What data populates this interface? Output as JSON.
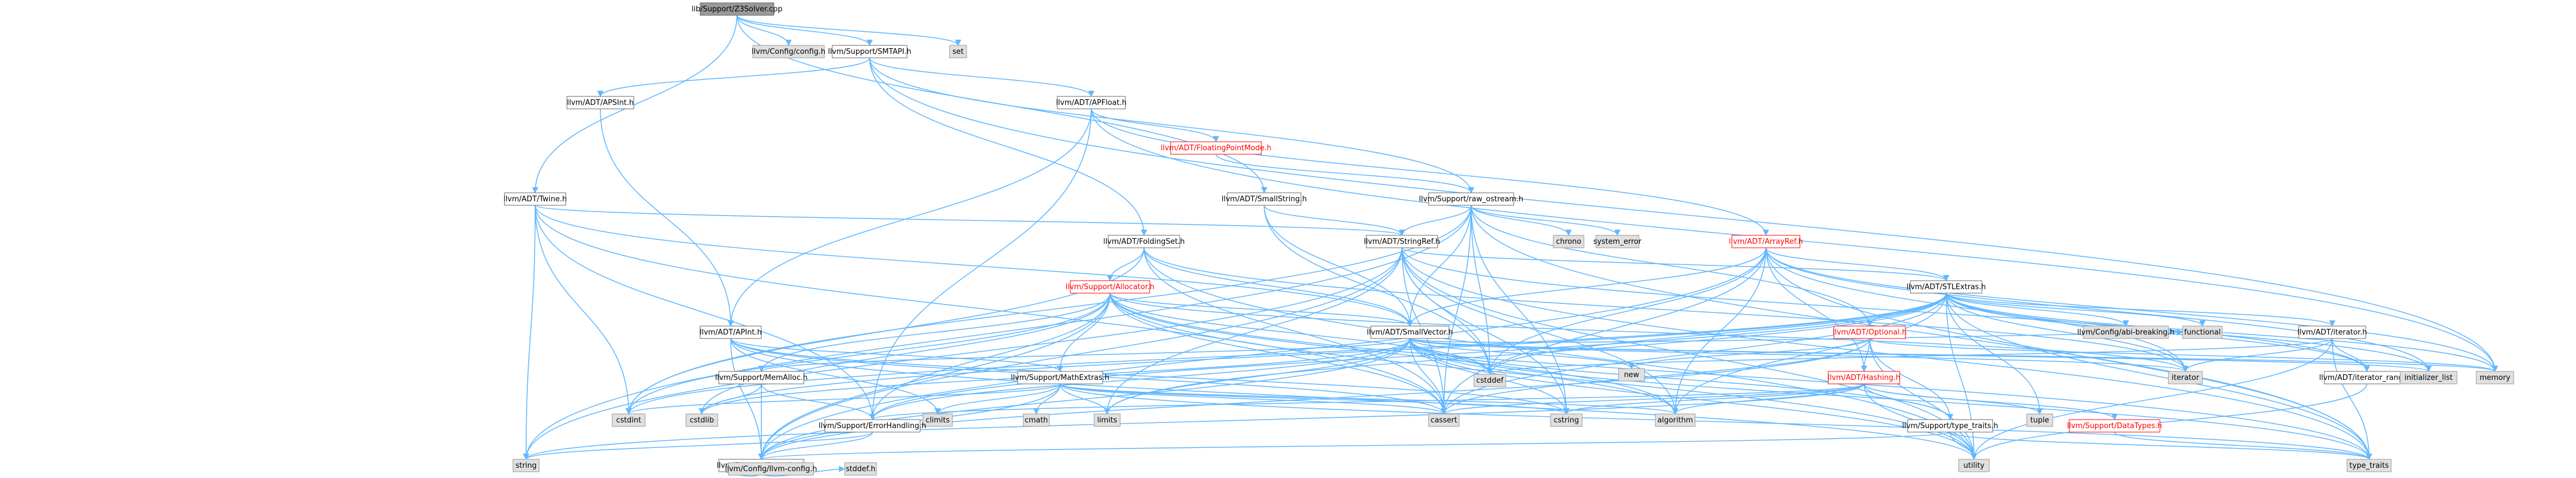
{
  "colors": {
    "edge": "#63b8ff",
    "root_fill": "#999999",
    "node_border": "#666666",
    "system_fill": "#e0e0e0",
    "truncated_border": "#ff0000"
  },
  "nodes": [
    {
      "id": "root",
      "label": "lib/Support/Z3Solver.cpp",
      "kind": "root"
    },
    {
      "id": "llvm_config_h",
      "label": "llvm/Config/config.h",
      "kind": "sys"
    },
    {
      "id": "smtapi",
      "label": "llvm/Support/SMTAPI.h",
      "kind": "file"
    },
    {
      "id": "set",
      "label": "set",
      "kind": "sys"
    },
    {
      "id": "apsint",
      "label": "llvm/ADT/APSInt.h",
      "kind": "file"
    },
    {
      "id": "apfloat",
      "label": "llvm/ADT/APFloat.h",
      "kind": "file"
    },
    {
      "id": "floatmode",
      "label": "llvm/ADT/FloatingPointMode.h",
      "kind": "trunc"
    },
    {
      "id": "twine",
      "label": "llvm/ADT/Twine.h",
      "kind": "file"
    },
    {
      "id": "smallstring",
      "label": "llvm/ADT/SmallString.h",
      "kind": "file"
    },
    {
      "id": "raw_ostream",
      "label": "llvm/Support/raw_ostream.h",
      "kind": "file"
    },
    {
      "id": "chrono",
      "label": "chrono",
      "kind": "sys"
    },
    {
      "id": "system_error",
      "label": "system_error",
      "kind": "sys"
    },
    {
      "id": "arrayref",
      "label": "llvm/ADT/ArrayRef.h",
      "kind": "trunc"
    },
    {
      "id": "foldingset",
      "label": "llvm/ADT/FoldingSet.h",
      "kind": "file"
    },
    {
      "id": "stringref",
      "label": "llvm/ADT/StringRef.h",
      "kind": "file"
    },
    {
      "id": "allocator",
      "label": "llvm/Support/Allocator.h",
      "kind": "trunc"
    },
    {
      "id": "stlextras",
      "label": "llvm/ADT/STLExtras.h",
      "kind": "file"
    },
    {
      "id": "apint",
      "label": "llvm/ADT/APInt.h",
      "kind": "file"
    },
    {
      "id": "smallvector",
      "label": "llvm/ADT/SmallVector.h",
      "kind": "file"
    },
    {
      "id": "optional",
      "label": "llvm/ADT/Optional.h",
      "kind": "trunc"
    },
    {
      "id": "abi_breaking",
      "label": "llvm/Config/abi-breaking.h",
      "kind": "sys"
    },
    {
      "id": "functional",
      "label": "functional",
      "kind": "sys"
    },
    {
      "id": "adt_iterator",
      "label": "llvm/ADT/iterator.h",
      "kind": "file"
    },
    {
      "id": "memalloc",
      "label": "llvm/Support/MemAlloc.h",
      "kind": "file"
    },
    {
      "id": "mathextras",
      "label": "llvm/Support/MathExtras.h",
      "kind": "file"
    },
    {
      "id": "new",
      "label": "new",
      "kind": "sys"
    },
    {
      "id": "cstddef",
      "label": "cstddef",
      "kind": "sys"
    },
    {
      "id": "hashing",
      "label": "llvm/ADT/Hashing.h",
      "kind": "trunc"
    },
    {
      "id": "iterator",
      "label": "iterator",
      "kind": "sys"
    },
    {
      "id": "iterator_range",
      "label": "llvm/ADT/iterator_range.h",
      "kind": "file"
    },
    {
      "id": "initializer_list",
      "label": "initializer_list",
      "kind": "sys"
    },
    {
      "id": "memory",
      "label": "memory",
      "kind": "sys"
    },
    {
      "id": "cstdint",
      "label": "cstdint",
      "kind": "sys"
    },
    {
      "id": "cstdlib",
      "label": "cstdlib",
      "kind": "sys"
    },
    {
      "id": "climits",
      "label": "climits",
      "kind": "sys"
    },
    {
      "id": "cmath",
      "label": "cmath",
      "kind": "sys"
    },
    {
      "id": "limits",
      "label": "limits",
      "kind": "sys"
    },
    {
      "id": "cassert",
      "label": "cassert",
      "kind": "sys"
    },
    {
      "id": "errorhandling",
      "label": "llvm/Support/ErrorHandling.h",
      "kind": "file"
    },
    {
      "id": "algorithm",
      "label": "algorithm",
      "kind": "sys"
    },
    {
      "id": "cstring",
      "label": "cstring",
      "kind": "sys"
    },
    {
      "id": "tuple",
      "label": "tuple",
      "kind": "sys"
    },
    {
      "id": "type_traits_h",
      "label": "llvm/Support/type_traits.h",
      "kind": "file"
    },
    {
      "id": "datatypes",
      "label": "llvm/Support/DataTypes.h",
      "kind": "trunc"
    },
    {
      "id": "string",
      "label": "string",
      "kind": "sys"
    },
    {
      "id": "compiler",
      "label": "llvm/Support/Compiler.h",
      "kind": "file"
    },
    {
      "id": "utility",
      "label": "utility",
      "kind": "sys"
    },
    {
      "id": "type_traits",
      "label": "type_traits",
      "kind": "sys"
    },
    {
      "id": "llvm_config",
      "label": "llvm/Config/llvm-config.h",
      "kind": "sys"
    },
    {
      "id": "stddef",
      "label": "stddef.h",
      "kind": "sys"
    }
  ],
  "edges": [
    [
      "root",
      "llvm_config_h"
    ],
    [
      "root",
      "smtapi"
    ],
    [
      "root",
      "set"
    ],
    [
      "root",
      "twine"
    ],
    [
      "root",
      "smallstring"
    ],
    [
      "smtapi",
      "apsint"
    ],
    [
      "smtapi",
      "apfloat"
    ],
    [
      "smtapi",
      "foldingset"
    ],
    [
      "smtapi",
      "raw_ostream"
    ],
    [
      "smtapi",
      "memory"
    ],
    [
      "apsint",
      "apint"
    ],
    [
      "apfloat",
      "apint"
    ],
    [
      "apfloat",
      "arrayref"
    ],
    [
      "apfloat",
      "floatmode"
    ],
    [
      "apfloat",
      "errorhandling"
    ],
    [
      "apfloat",
      "memory"
    ],
    [
      "floatmode",
      "raw_ostream"
    ],
    [
      "twine",
      "smallvector"
    ],
    [
      "twine",
      "stringref"
    ],
    [
      "twine",
      "errorhandling"
    ],
    [
      "twine",
      "cassert"
    ],
    [
      "twine",
      "cstdint"
    ],
    [
      "twine",
      "string"
    ],
    [
      "smallstring",
      "stringref"
    ],
    [
      "smallstring",
      "smallvector"
    ],
    [
      "smallstring",
      "cstddef"
    ],
    [
      "raw_ostream",
      "stringref"
    ],
    [
      "raw_ostream",
      "smallvector"
    ],
    [
      "raw_ostream",
      "chrono"
    ],
    [
      "raw_ostream",
      "system_error"
    ],
    [
      "raw_ostream",
      "cassert"
    ],
    [
      "raw_ostream",
      "cstddef"
    ],
    [
      "raw_ostream",
      "cstdint"
    ],
    [
      "raw_ostream",
      "cstring"
    ],
    [
      "raw_ostream",
      "string"
    ],
    [
      "raw_ostream",
      "type_traits"
    ],
    [
      "raw_ostream",
      "optional"
    ],
    [
      "arrayref",
      "hashing"
    ],
    [
      "arrayref",
      "smallvector"
    ],
    [
      "arrayref",
      "stlextras"
    ],
    [
      "arrayref",
      "compiler"
    ],
    [
      "arrayref",
      "algorithm"
    ],
    [
      "arrayref",
      "array"
    ],
    [
      "arrayref",
      "cassert"
    ],
    [
      "arrayref",
      "cstddef"
    ],
    [
      "arrayref",
      "initializer_list"
    ],
    [
      "arrayref",
      "iterator"
    ],
    [
      "arrayref",
      "memory"
    ],
    [
      "arrayref",
      "type_traits"
    ],
    [
      "arrayref",
      "vector"
    ],
    [
      "foldingset",
      "smallvector"
    ],
    [
      "foldingset",
      "iterator"
    ],
    [
      "foldingset",
      "allocator"
    ],
    [
      "foldingset",
      "cassert"
    ],
    [
      "foldingset",
      "cstdint"
    ],
    [
      "foldingset",
      "utility"
    ],
    [
      "stringref",
      "stlextras"
    ],
    [
      "stringref",
      "iterator_range"
    ],
    [
      "stringref",
      "compiler"
    ],
    [
      "stringref",
      "algorithm"
    ],
    [
      "stringref",
      "cassert"
    ],
    [
      "stringref",
      "cstddef"
    ],
    [
      "stringref",
      "cstring"
    ],
    [
      "stringref",
      "limits"
    ],
    [
      "stringref",
      "string"
    ],
    [
      "stringref",
      "type_traits"
    ],
    [
      "stringref",
      "utility"
    ],
    [
      "allocator",
      "smallvector"
    ],
    [
      "allocator",
      "alignof"
    ],
    [
      "allocator",
      "compiler"
    ],
    [
      "allocator",
      "errorhandling"
    ],
    [
      "allocator",
      "mathextras"
    ],
    [
      "allocator",
      "memalloc"
    ],
    [
      "allocator",
      "algorithm"
    ],
    [
      "allocator",
      "cassert"
    ],
    [
      "allocator",
      "cstddef"
    ],
    [
      "allocator",
      "cstdint"
    ],
    [
      "allocator",
      "cstdlib"
    ],
    [
      "allocator",
      "iterator"
    ],
    [
      "allocator",
      "type_traits"
    ],
    [
      "allocator",
      "utility"
    ],
    [
      "stlextras",
      "abi_breaking"
    ],
    [
      "stlextras",
      "functional"
    ],
    [
      "stlextras",
      "optional"
    ],
    [
      "stlextras",
      "adt_iterator"
    ],
    [
      "stlextras",
      "iterator_range"
    ],
    [
      "stlextras",
      "errorhandling"
    ],
    [
      "stlextras",
      "algorithm"
    ],
    [
      "stlextras",
      "cassert"
    ],
    [
      "stlextras",
      "cstddef"
    ],
    [
      "stlextras",
      "cstdint"
    ],
    [
      "stlextras",
      "cstdlib"
    ],
    [
      "stlextras",
      "initializer_list"
    ],
    [
      "stlextras",
      "iterator"
    ],
    [
      "stlextras",
      "limits"
    ],
    [
      "stlextras",
      "memory"
    ],
    [
      "stlextras",
      "tuple"
    ],
    [
      "stlextras",
      "type_traits"
    ],
    [
      "stlextras",
      "utility"
    ],
    [
      "apint",
      "compiler"
    ],
    [
      "apint",
      "mathextras"
    ],
    [
      "apint",
      "cassert"
    ],
    [
      "apint",
      "climits"
    ],
    [
      "apint",
      "cstring"
    ],
    [
      "apint",
      "utility"
    ],
    [
      "smallvector",
      "compiler"
    ],
    [
      "smallvector",
      "errorhandling"
    ],
    [
      "smallvector",
      "memalloc"
    ],
    [
      "smallvector",
      "type_traits_h"
    ],
    [
      "smallvector",
      "algorithm"
    ],
    [
      "smallvector",
      "cassert"
    ],
    [
      "smallvector",
      "cstddef"
    ],
    [
      "smallvector",
      "cstdlib"
    ],
    [
      "smallvector",
      "cstring"
    ],
    [
      "smallvector",
      "functional"
    ],
    [
      "smallvector",
      "initializer_list"
    ],
    [
      "smallvector",
      "iterator"
    ],
    [
      "smallvector",
      "limits"
    ],
    [
      "smallvector",
      "memory"
    ],
    [
      "smallvector",
      "new"
    ],
    [
      "smallvector",
      "type_traits"
    ],
    [
      "smallvector",
      "utility"
    ],
    [
      "optional",
      "hashing"
    ],
    [
      "optional",
      "none"
    ],
    [
      "optional",
      "compiler"
    ],
    [
      "optional",
      "type_traits_h"
    ],
    [
      "optional",
      "cassert"
    ],
    [
      "optional",
      "memory"
    ],
    [
      "optional",
      "new"
    ],
    [
      "optional",
      "utility"
    ],
    [
      "adt_iterator",
      "iterator_range"
    ],
    [
      "adt_iterator",
      "cstddef"
    ],
    [
      "adt_iterator",
      "iterator"
    ],
    [
      "adt_iterator",
      "type_traits"
    ],
    [
      "adt_iterator",
      "utility"
    ],
    [
      "memalloc",
      "compiler"
    ],
    [
      "memalloc",
      "errorhandling"
    ],
    [
      "memalloc",
      "cstdlib"
    ],
    [
      "mathextras",
      "compiler"
    ],
    [
      "mathextras",
      "algorithm"
    ],
    [
      "mathextras",
      "cassert"
    ],
    [
      "mathextras",
      "climits"
    ],
    [
      "mathextras",
      "cmath"
    ],
    [
      "mathextras",
      "cstdint"
    ],
    [
      "mathextras",
      "cstring"
    ],
    [
      "mathextras",
      "limits"
    ],
    [
      "mathextras",
      "type_traits"
    ],
    [
      "hashing",
      "datatypes"
    ],
    [
      "hashing",
      "errorhandling"
    ],
    [
      "hashing",
      "type_traits_h"
    ],
    [
      "hashing",
      "algorithm"
    ],
    [
      "hashing",
      "cassert"
    ],
    [
      "hashing",
      "cstring"
    ],
    [
      "hashing",
      "string"
    ],
    [
      "hashing",
      "tuple"
    ],
    [
      "hashing",
      "utility"
    ],
    [
      "iterator_range",
      "utility"
    ],
    [
      "errorhandling",
      "compiler"
    ],
    [
      "errorhandling",
      "string"
    ],
    [
      "type_traits_h",
      "compiler"
    ],
    [
      "type_traits_h",
      "type_traits"
    ],
    [
      "type_traits_h",
      "utility"
    ],
    [
      "compiler",
      "llvm_config"
    ],
    [
      "compiler",
      "stddef"
    ],
    [
      "datatypes",
      "type_traits"
    ]
  ]
}
